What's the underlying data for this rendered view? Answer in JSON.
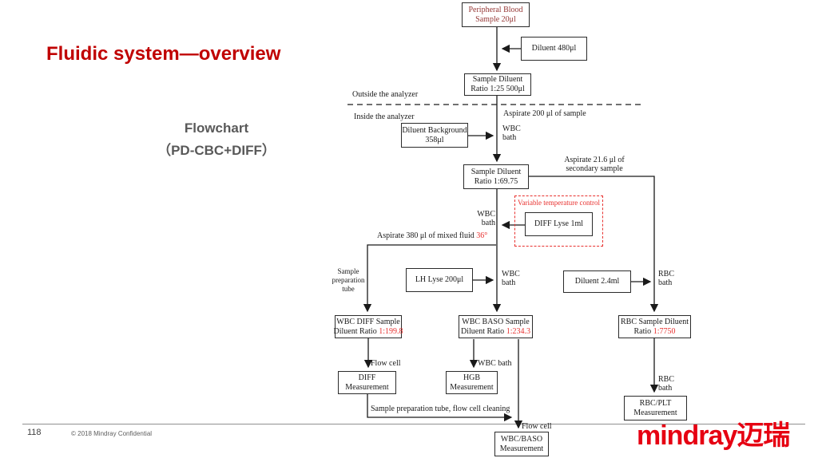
{
  "slide": {
    "title": "Fluidic system—overview",
    "subtitle_line1": "Flowchart",
    "subtitle_line2": "（PD-CBC+DIFF）",
    "page_number": "118",
    "footer": "© 2018 Mindray Confidential",
    "logo": "mindray迈瑞"
  },
  "colors": {
    "title_red": "#c00000",
    "value_red": "#e8302e",
    "sample_darkred": "#953735",
    "logo_red": "#e60012",
    "line_black": "#1a1a1a"
  },
  "flowchart": {
    "boxes": {
      "peripheral_blood": {
        "line1": "Peripheral Blood",
        "line2": "Sample 20μl"
      },
      "diluent_480": {
        "line1": "Diluent 480μl"
      },
      "sample_diluent_25": {
        "line1": "Sample Diluent",
        "line2": "Ratio 1:25 500μl"
      },
      "diluent_background": {
        "line1": "Diluent Background",
        "line2": "358μl"
      },
      "sample_diluent_6975": {
        "line1": "Sample Diluent",
        "line2": "Ratio 1:69.75"
      },
      "diff_lyse": {
        "line1": "DIFF Lyse 1ml"
      },
      "lh_lyse": {
        "line1": "LH Lyse 200μl"
      },
      "diluent_24": {
        "line1": "Diluent 2.4ml"
      },
      "wbc_diff_sample": {
        "line1": "WBC DIFF Sample",
        "line2_prefix": "Diluent Ratio ",
        "line2_value": "1:199.8"
      },
      "wbc_baso_sample": {
        "line1": "WBC BASO Sample",
        "line2_prefix": "Diluent Ratio ",
        "line2_value": "1:234.3"
      },
      "rbc_sample": {
        "line1": "RBC Sample Diluent",
        "line2_prefix": "Ratio ",
        "line2_value": "1:7750"
      },
      "diff_measurement": {
        "line1": "DIFF",
        "line2": "Measurement"
      },
      "hgb_measurement": {
        "line1": "HGB",
        "line2": "Measurement"
      },
      "rbc_plt_measurement": {
        "line1": "RBC/PLT",
        "line2": "Measurement"
      },
      "wbc_baso_measurement": {
        "line1": "WBC/BASO",
        "line2": "Measurement"
      }
    },
    "labels": {
      "outside_analyzer": "Outside the analyzer",
      "inside_analyzer": "Inside the analyzer",
      "aspirate_200": "Aspirate 200 μl of sample",
      "wbc_bath_top_line1": "WBC",
      "wbc_bath_top_line2": "bath",
      "aspirate_216_line1": "Aspirate 21.6 μl of",
      "aspirate_216_line2": "secondary sample",
      "variable_temp": "Variable temperature control",
      "wbc_bath_mid_line1": "WBC",
      "wbc_bath_mid_line2": "bath",
      "aspirate_380_prefix": "Aspirate 380 μl of mixed fluid ",
      "aspirate_380_temp": "36°",
      "sample_prep_line1": "Sample",
      "sample_prep_line2": "preparation",
      "sample_prep_line3": "tube",
      "wbc_bath_lyse_line1": "WBC",
      "wbc_bath_lyse_line2": "bath",
      "rbc_bath_top_line1": "RBC",
      "rbc_bath_top_line2": "bath",
      "flow_cell_diff": "Flow cell",
      "wbc_bath_hgb": "WBC bath",
      "rbc_bath_bottom_line1": "RBC",
      "rbc_bath_bottom_line2": "bath",
      "cleaning": "Sample preparation tube, flow cell cleaning",
      "flow_cell_baso": "Flow cell"
    }
  }
}
